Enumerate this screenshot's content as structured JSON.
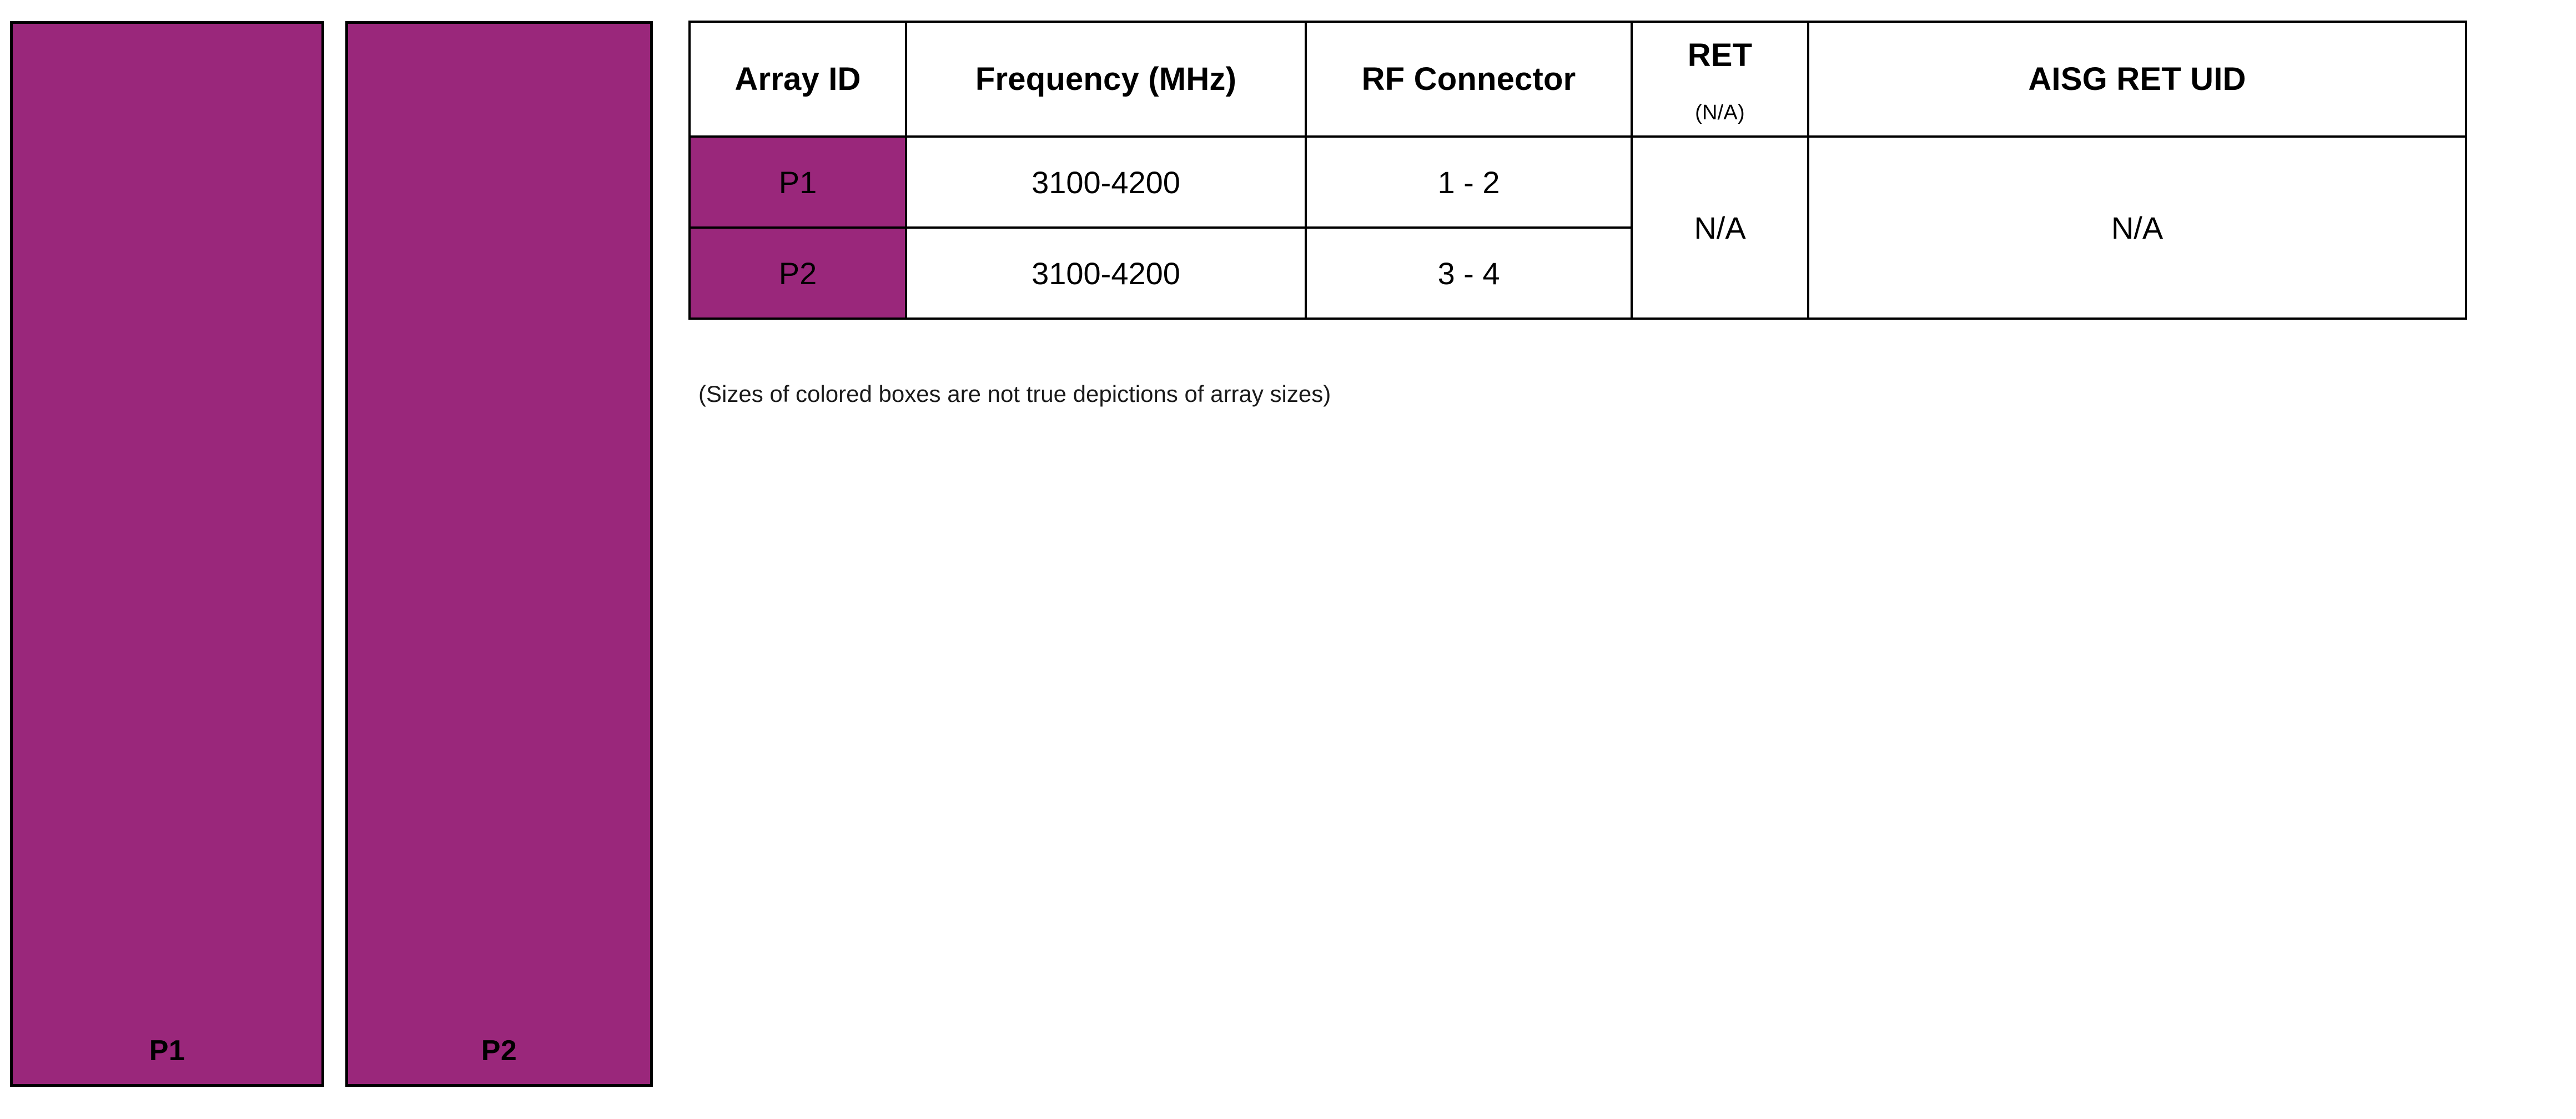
{
  "colors": {
    "array_fill": "#9a277b",
    "border": "#000000",
    "background": "#ffffff",
    "text": "#000000"
  },
  "diagram": {
    "boxes": [
      {
        "label": "P1"
      },
      {
        "label": "P2"
      }
    ]
  },
  "table": {
    "headers": {
      "array_id": "Array ID",
      "frequency": "Frequency (MHz)",
      "rf_connector": "RF Connector",
      "ret_main": "RET",
      "ret_sub": "(N/A)",
      "aisg_ret_uid": "AISG RET UID"
    },
    "rows": [
      {
        "array_id": "P1",
        "frequency": "3100-4200",
        "rf_connector": "1 - 2"
      },
      {
        "array_id": "P2",
        "frequency": "3100-4200",
        "rf_connector": "3 - 4"
      }
    ],
    "merged": {
      "ret": "N/A",
      "aisg_ret_uid": "N/A"
    }
  },
  "caption": "(Sizes of colored boxes are not true depictions of array sizes)"
}
